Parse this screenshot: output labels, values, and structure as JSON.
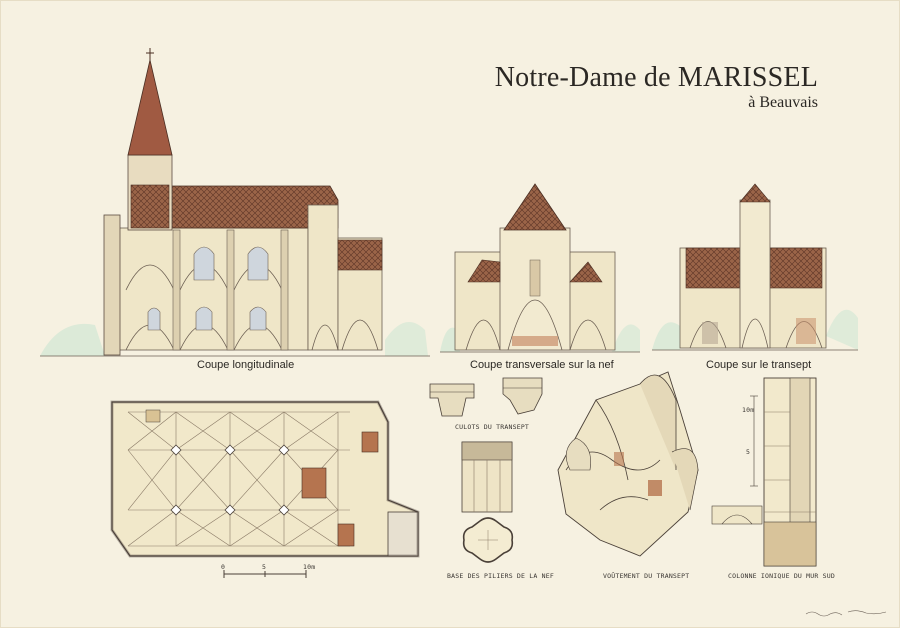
{
  "sheet": {
    "title": "Notre-Dame de MARISSEL",
    "subtitle": "à Beauvais"
  },
  "captions": {
    "longitudinal": "Coupe longitudinale",
    "transverse_nave": "Coupe transversale sur la nef",
    "transept_section": "Coupe sur le transept",
    "transept_corbels": "CULOTS DU TRANSEPT",
    "pier_base": "BASE DES PILIERS DE LA NEF",
    "transept_vaulting": "VOÛTEMENT DU TRANSEPT",
    "ionic_column": "COLONNE IONIQUE DU MUR SUD"
  },
  "scale_bar": {
    "labels": [
      "0",
      "5",
      "10m"
    ]
  },
  "detail_scale": {
    "labels": [
      "10m",
      "5"
    ]
  },
  "colors": {
    "paper": "#f6f1e1",
    "ink": "#4a4038",
    "roof_timber": "#8c5a40",
    "stone_wash": "#efe6c8",
    "ground_green": "#cfe3d0"
  }
}
